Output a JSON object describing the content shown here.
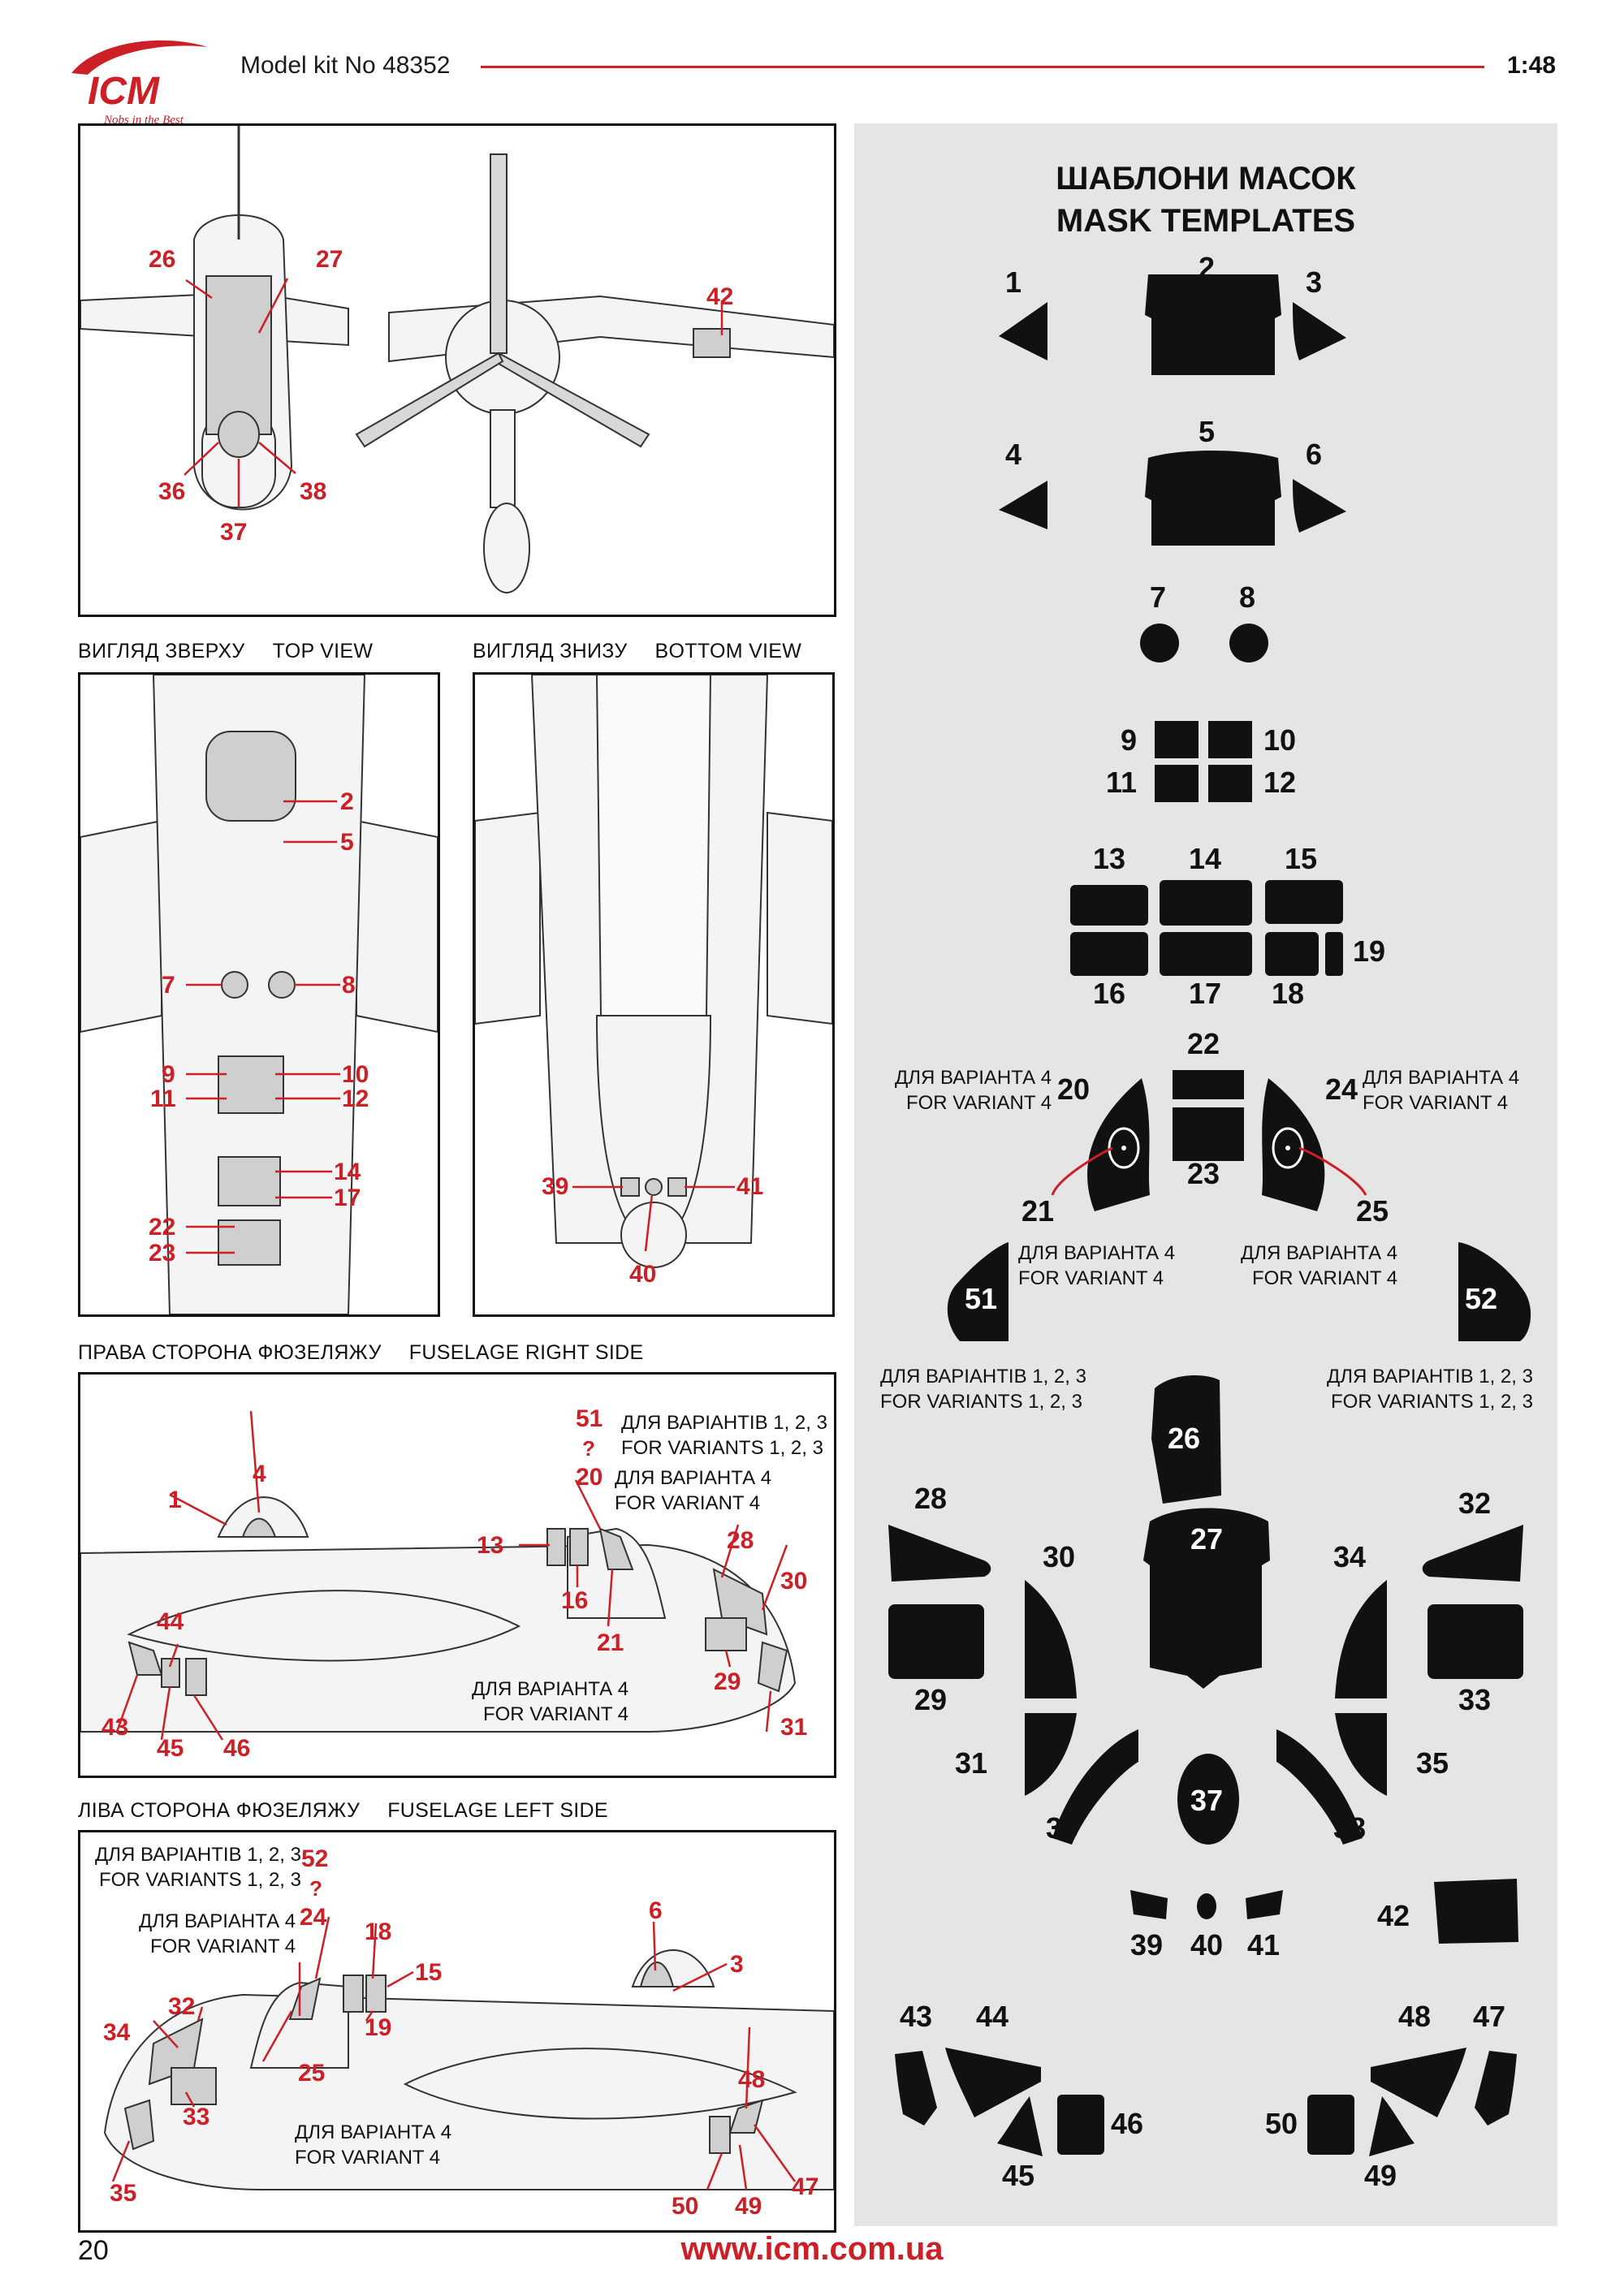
{
  "header": {
    "brand": "ICM",
    "slogan": "Nobs in the Best",
    "title": "Model kit No 48352",
    "scale": "1:48"
  },
  "colors": {
    "accent": "#cc1f26",
    "mask_fill": "#111111",
    "panel_bg": "#e5e5e6"
  },
  "views": {
    "top_ua": "ВИГЛЯД ЗВЕРХУ",
    "top_en": "TOP VIEW",
    "bottom_ua": "ВИГЛЯД ЗНИЗУ",
    "bottom_en": "BOTTOM VIEW",
    "right_ua": "ПРАВА СТОРОНА ФЮЗЕЛЯЖУ",
    "right_en": "FUSELAGE RIGHT SIDE",
    "left_ua": "ЛІВА СТОРОНА ФЮЗЕЛЯЖУ",
    "left_en": "FUSELAGE LEFT SIDE"
  },
  "notes": {
    "v4_ua": "ДЛЯ ВАРІАНТА 4",
    "v4_en": "FOR VARIANT 4",
    "v123_ua": "ДЛЯ ВАРІАНТІВ 1, 2, 3",
    "v123_en": "FOR VARIANTS 1, 2, 3",
    "question": "?"
  },
  "front_labels": [
    "26",
    "27",
    "42",
    "36",
    "37",
    "38"
  ],
  "top_labels": [
    "2",
    "5",
    "7",
    "8",
    "9",
    "10",
    "11",
    "12",
    "14",
    "17",
    "22",
    "23"
  ],
  "bottom_labels": [
    "39",
    "41",
    "40"
  ],
  "right_labels": [
    "51",
    "20",
    "4",
    "1",
    "13",
    "16",
    "21",
    "28",
    "30",
    "29",
    "31",
    "44",
    "43",
    "45",
    "46"
  ],
  "left_labels": [
    "52",
    "24",
    "6",
    "3",
    "18",
    "15",
    "19",
    "32",
    "34",
    "25",
    "33",
    "35",
    "48",
    "47",
    "50",
    "49"
  ],
  "mask": {
    "title_ua": "ШАБЛОНИ МАСОК",
    "title_en": "MASK TEMPLATES",
    "numbers": [
      "1",
      "2",
      "3",
      "4",
      "5",
      "6",
      "7",
      "8",
      "9",
      "10",
      "11",
      "12",
      "13",
      "14",
      "15",
      "16",
      "17",
      "18",
      "19",
      "20",
      "21",
      "22",
      "23",
      "24",
      "25",
      "26",
      "27",
      "28",
      "29",
      "30",
      "31",
      "32",
      "33",
      "34",
      "35",
      "36",
      "37",
      "38",
      "39",
      "40",
      "41",
      "42",
      "43",
      "44",
      "45",
      "46",
      "47",
      "48",
      "49",
      "50",
      "51",
      "52"
    ]
  },
  "footer": {
    "page": "20",
    "website": "www.icm.com.ua"
  }
}
